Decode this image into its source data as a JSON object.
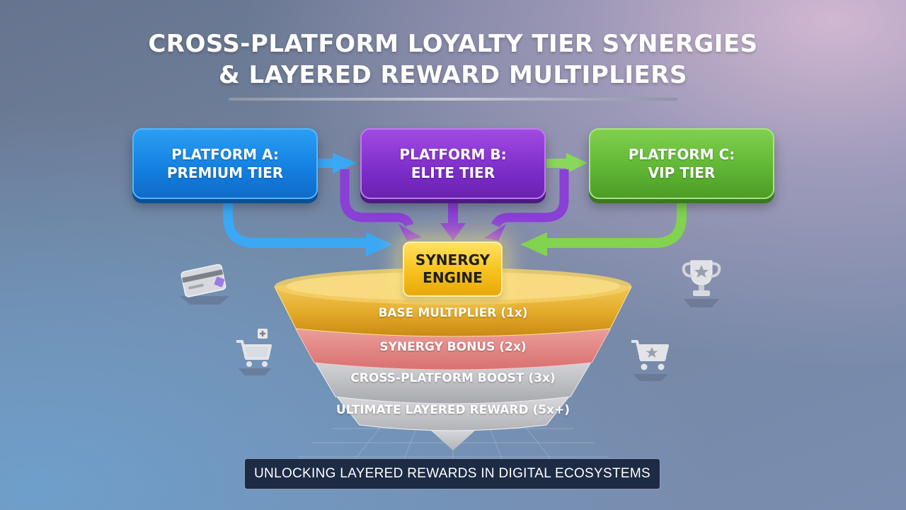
{
  "title": {
    "line1": "CROSS-PLATFORM LOYALTY TIER SYNERGIES",
    "line2": "& LAYERED REWARD MULTIPLIERS"
  },
  "platforms": [
    {
      "line1": "PLATFORM A:",
      "line2": "PREMIUM TIER",
      "color": "#137ee0"
    },
    {
      "line1": "PLATFORM B:",
      "line2": "ELITE TIER",
      "color": "#7d2dca"
    },
    {
      "line1": "PLATFORM C:",
      "line2": "VIP TIER",
      "color": "#5eb533"
    }
  ],
  "engine": {
    "line1": "SYNERGY",
    "line2": "ENGINE",
    "color": "#f7c11c"
  },
  "funnel_layers": [
    {
      "label": "BASE MULTIPLIER (1x)",
      "color": "#e9b530"
    },
    {
      "label": "SYNERGY BONUS (2x)",
      "color": "#e88a88"
    },
    {
      "label": "CROSS-PLATFORM BOOST (3x)",
      "color": "#b9b9bd"
    },
    {
      "label": "ULTIMATE LAYERED REWARD (5x+)",
      "color": "#c9c9cd"
    }
  ],
  "icons": [
    "credit-card-icon",
    "shopping-cart-plus-icon",
    "trophy-icon",
    "shopping-cart-star-icon"
  ],
  "banner": "UNLOCKING LAYERED REWARDS IN DIGITAL ECOSYSTEMS"
}
